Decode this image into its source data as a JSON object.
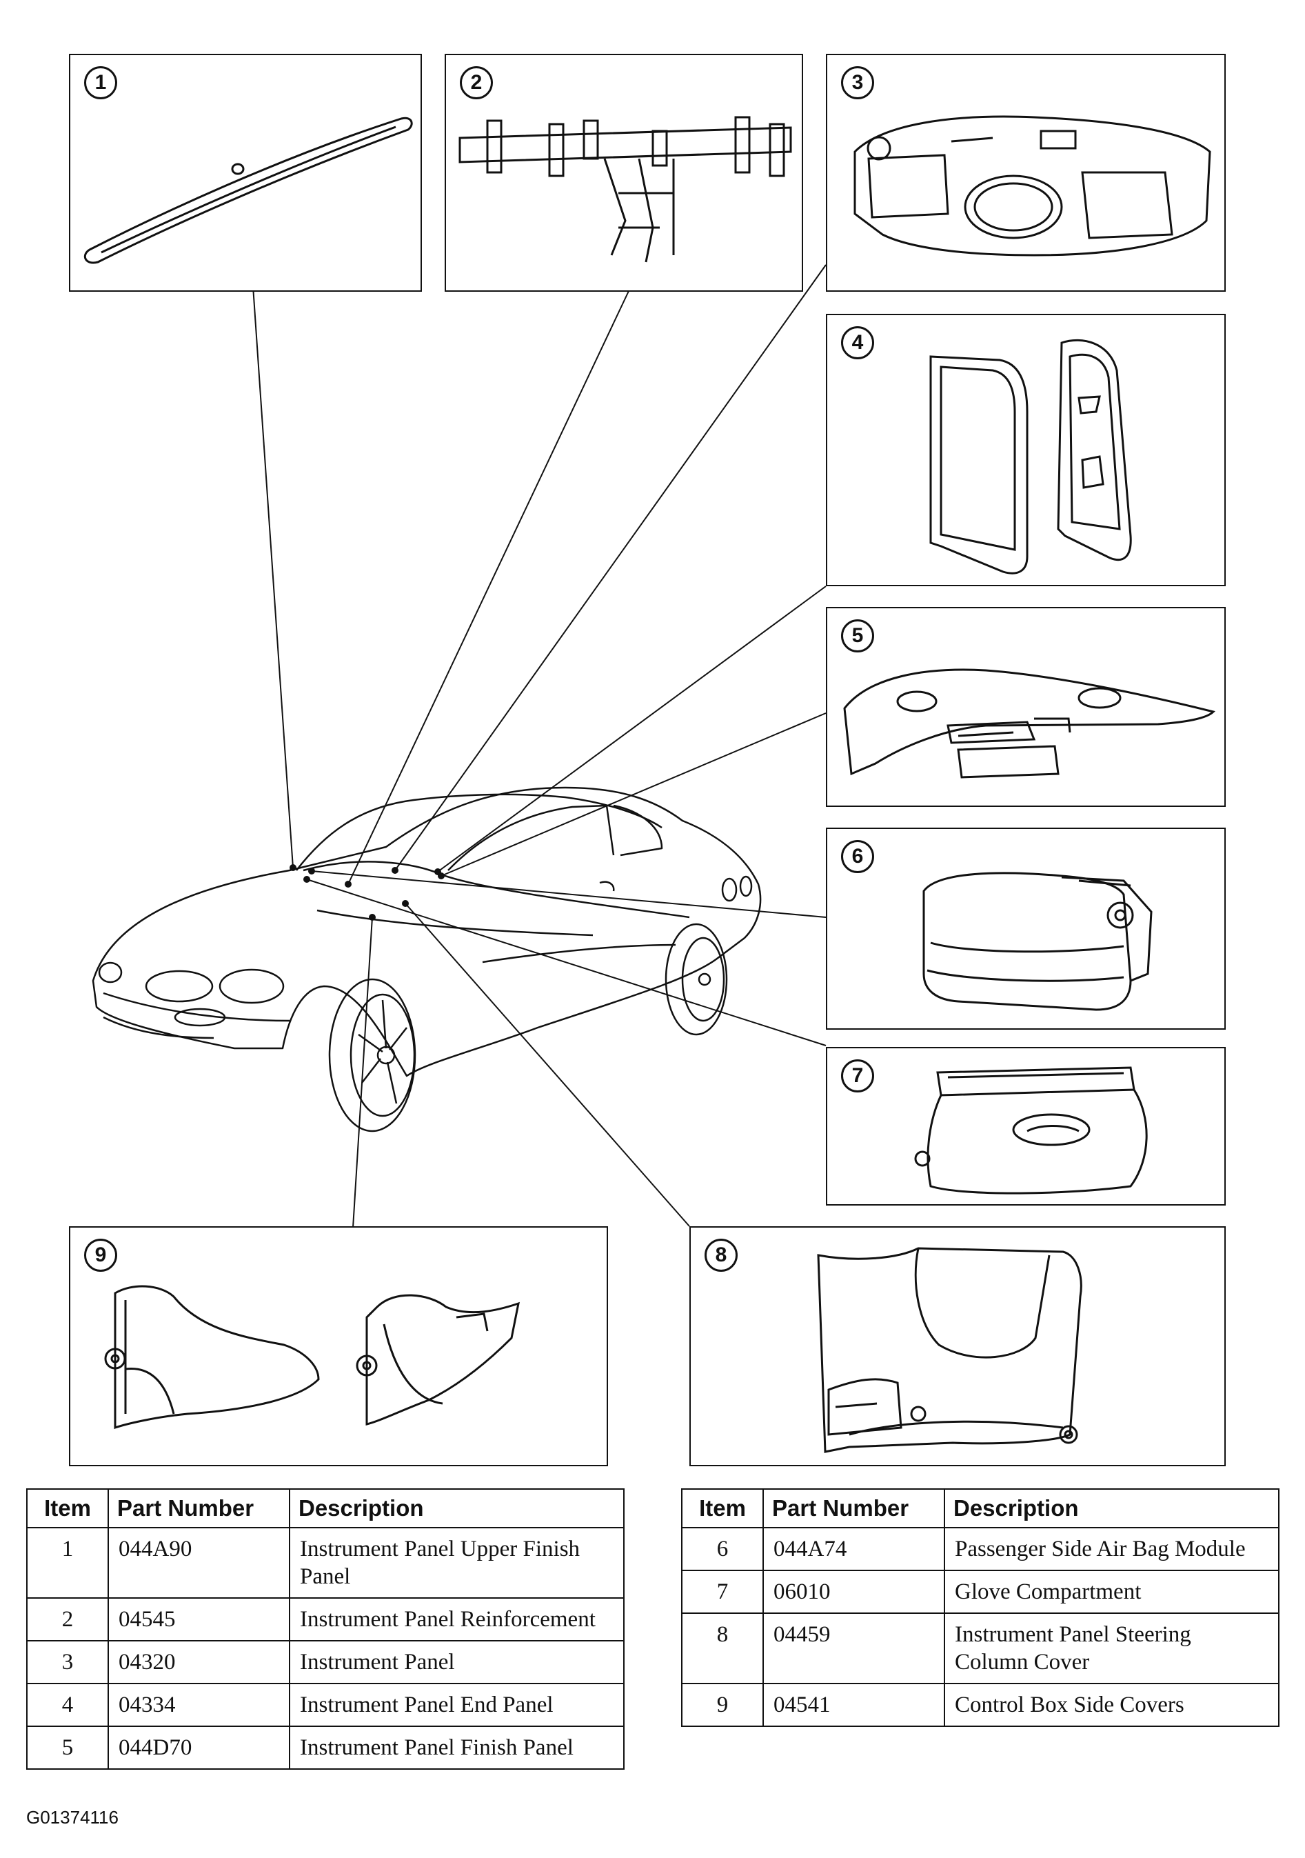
{
  "callouts": [
    "1",
    "2",
    "3",
    "4",
    "5",
    "6",
    "7",
    "8",
    "9"
  ],
  "table_left": {
    "headers": [
      "Item",
      "Part Number",
      "Description"
    ],
    "rows": [
      {
        "item": "1",
        "part": "044A90",
        "desc": "Instrument Panel Upper Finish Panel"
      },
      {
        "item": "2",
        "part": "04545",
        "desc": "Instrument Panel Reinforcement"
      },
      {
        "item": "3",
        "part": "04320",
        "desc": "Instrument Panel"
      },
      {
        "item": "4",
        "part": "04334",
        "desc": "Instrument Panel End Panel"
      },
      {
        "item": "5",
        "part": "044D70",
        "desc": "Instrument Panel Finish Panel"
      }
    ]
  },
  "table_right": {
    "headers": [
      "Item",
      "Part Number",
      "Description"
    ],
    "rows": [
      {
        "item": "6",
        "part": "044A74",
        "desc": "Passenger Side Air Bag Module"
      },
      {
        "item": "7",
        "part": "06010",
        "desc": "Glove Compartment"
      },
      {
        "item": "8",
        "part": "04459",
        "desc": "Instrument Panel Steering Column Cover"
      },
      {
        "item": "9",
        "part": "04541",
        "desc": "Control Box Side Covers"
      }
    ]
  },
  "figure_id": "G01374116"
}
